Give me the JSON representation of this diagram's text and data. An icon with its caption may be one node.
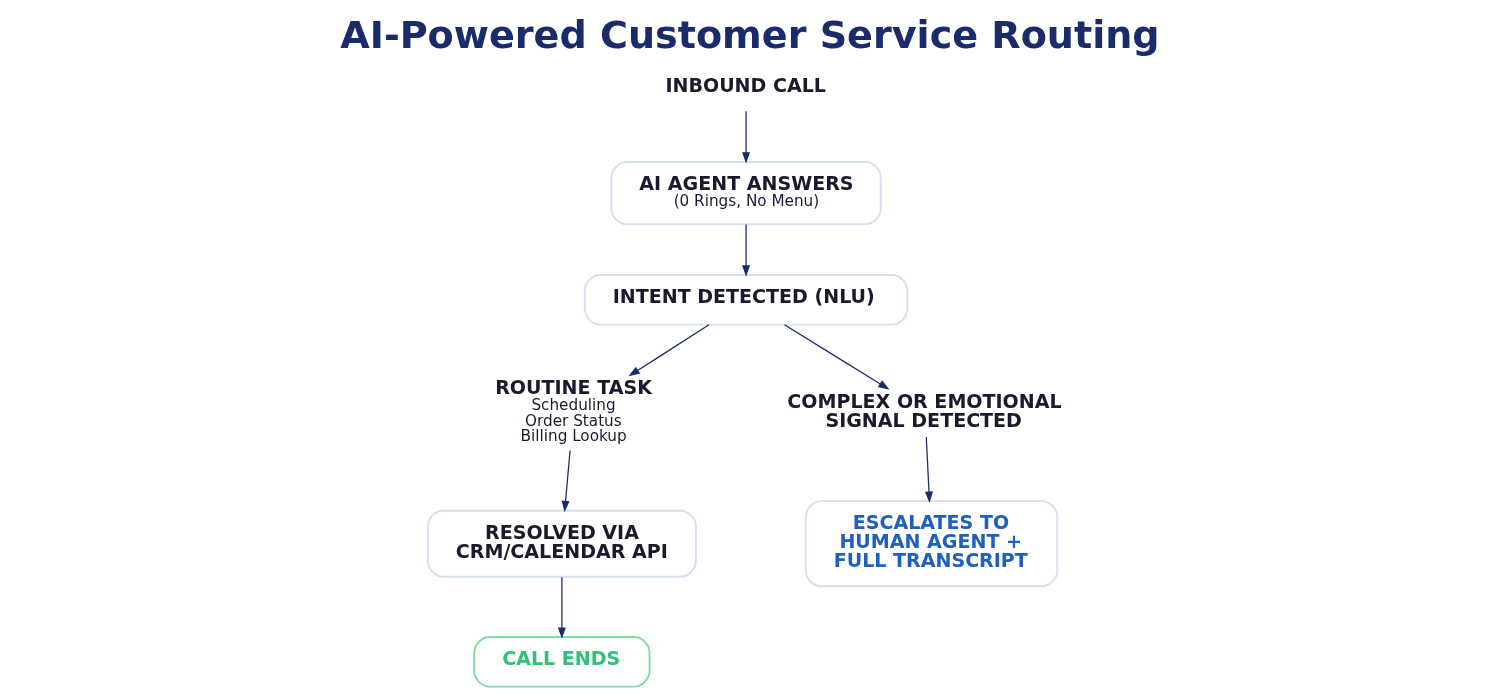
{
  "diagram": {
    "title": "AI-Powered Customer Service Routing",
    "nodes": [
      {
        "text": [
          "INBOUND CALL"
        ]
      },
      {
        "text": [
          "AI AGENT ANSWERS",
          "(0 Rings, No Menu)"
        ]
      },
      {
        "text": [
          "INTENT DETECTED (NLU)"
        ]
      },
      {
        "text": [
          "ROUTINE TASK",
          "Scheduling",
          "Order Status",
          "Billing Lookup"
        ]
      },
      {
        "text": [
          "COMPLEX OR EMOTIONAL SIGNAL DETECTED"
        ]
      },
      {
        "text": [
          "RESOLVED VIA CRM/CALENDAR API"
        ]
      },
      {
        "text": [
          "ESCALATES TO HUMAN AGENT + FULL TRANSCRIPT"
        ]
      },
      {
        "text": [
          "CALL ENDS"
        ]
      }
    ],
    "edges": [
      {
        "from": 0,
        "to": 1,
        "arrow": "to"
      },
      {
        "from": 1,
        "to": 2,
        "arrow": "to"
      },
      {
        "from": 2,
        "to": 3,
        "arrow": "to"
      },
      {
        "from": 2,
        "to": 4,
        "arrow": "to"
      },
      {
        "from": 3,
        "to": 5,
        "arrow": "to"
      },
      {
        "from": 4,
        "to": 6,
        "arrow": "to"
      },
      {
        "from": 5,
        "to": 7,
        "arrow": "to"
      }
    ]
  }
}
